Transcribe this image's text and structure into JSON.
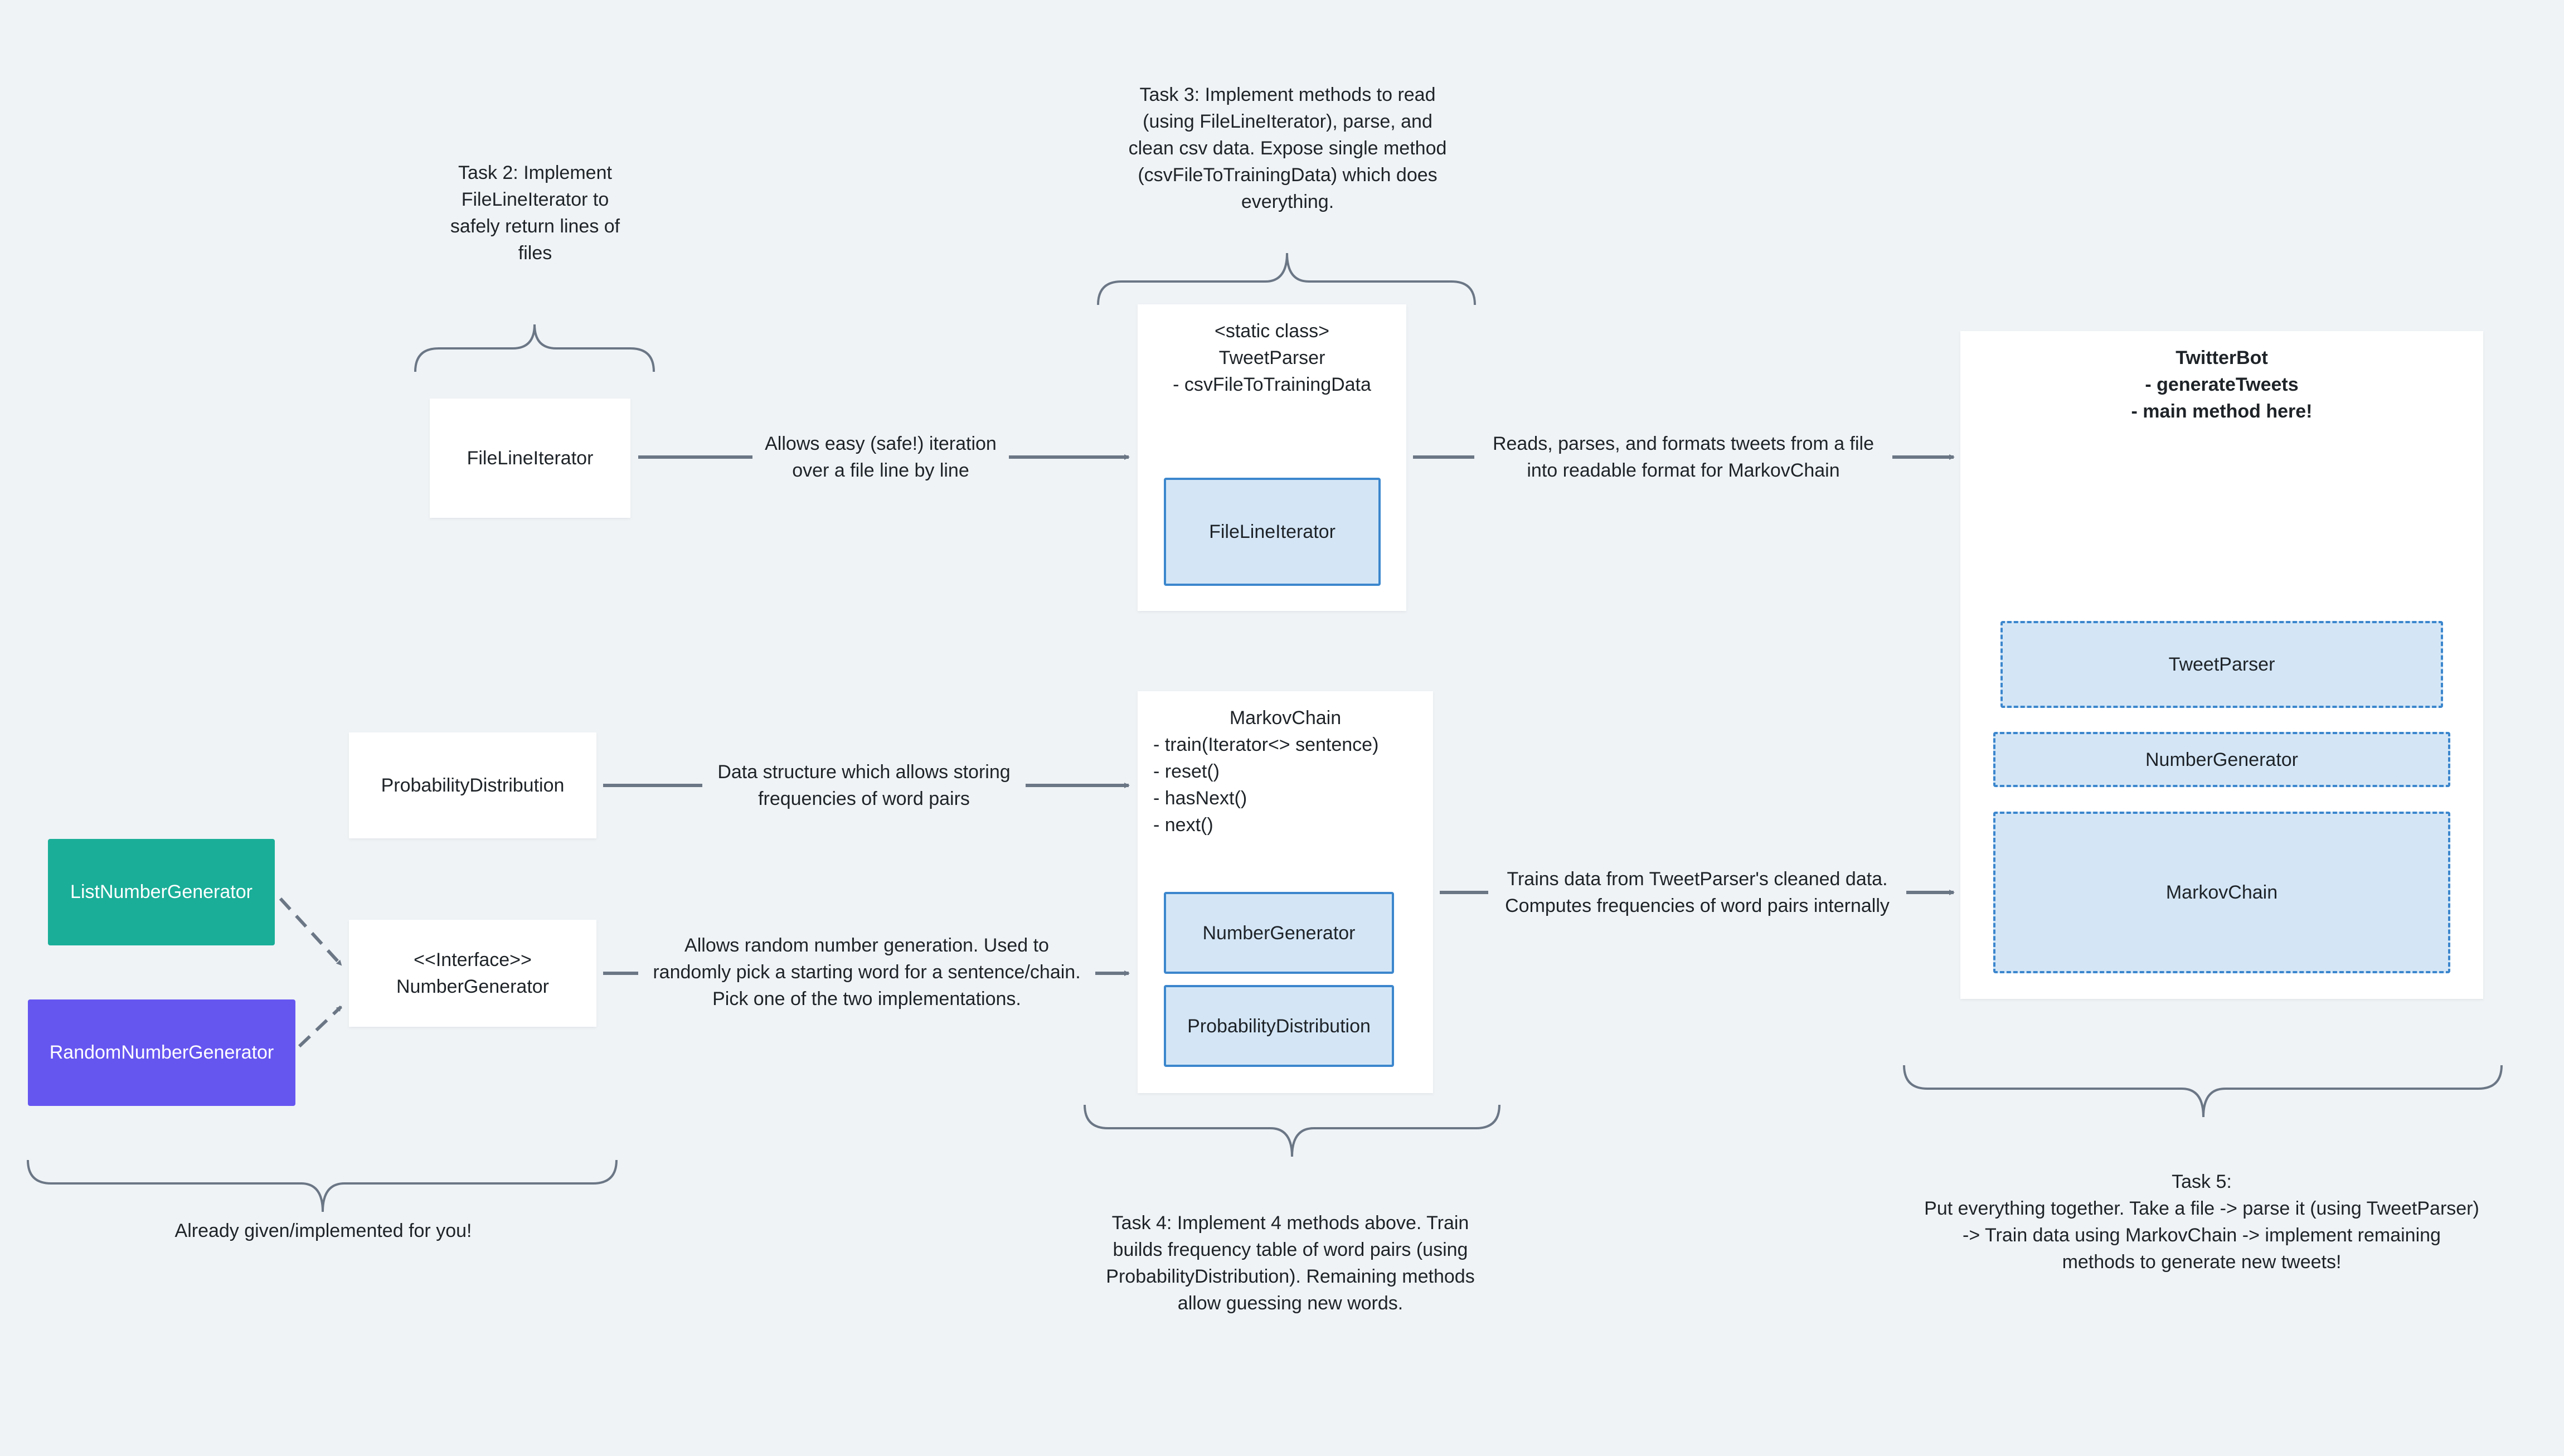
{
  "colors": {
    "background": "#eff3f6",
    "box": "#ffffff",
    "inner_fill": "#d4e6f6",
    "inner_border": "#3b86cd",
    "list_generator": "#1aae98",
    "random_generator": "#6656f0",
    "connector": "#6b7685"
  },
  "boxes": {
    "file_line_iterator": "FileLineIterator",
    "probability_distribution": "ProbabilityDistribution",
    "number_generator_interface": "<<Interface>>\nNumberGenerator",
    "list_number_generator": "ListNumberGenerator",
    "random_number_generator": "RandomNumberGenerator",
    "tweet_parser": {
      "text": "<static class>\nTweetParser\n- csvFileToTrainingData",
      "inner": "FileLineIterator"
    },
    "markov_chain": {
      "title": "MarkovChain",
      "methods": "- train(Iterator<> sentence)\n- reset()\n- hasNext()\n- next()",
      "inner_number_generator": "NumberGenerator",
      "inner_probability_distribution": "ProbabilityDistribution"
    },
    "twitter_bot": {
      "text": "TwitterBot\n- generateTweets\n- main method here!",
      "inner_tweet_parser": "TweetParser",
      "inner_number_generator": "NumberGenerator",
      "inner_markov_chain": "MarkovChain"
    }
  },
  "edges": {
    "file_iterator_to_parser": "Allows easy (safe!) iteration\nover a file line by line",
    "parser_to_bot": "Reads, parses, and formats tweets from a file\ninto readable format for MarkovChain",
    "probdist_to_markov": "Data structure which allows storing\nfrequencies of word pairs",
    "numgen_to_markov": "Allows random number generation. Used to\nrandomly pick a starting word for a sentence/chain.\nPick one of the two implementations.",
    "markov_to_bot": "Trains data from TweetParser's cleaned data.\nComputes frequencies of word pairs internally"
  },
  "tasks": {
    "task2": "Task 2: Implement\nFileLineIterator to\nsafely return lines of\nfiles",
    "task3": "Task 3: Implement methods to read\n(using FileLineIterator), parse, and\nclean csv data. Expose single method\n(csvFileToTrainingData) which does\neverything.",
    "task4": "Task 4: Implement 4 methods above. Train\nbuilds frequency table of word pairs (using\nProbabilityDistribution). Remaining methods\nallow guessing new words.",
    "task5": "Task 5:\nPut everything together. Take a file -> parse it (using TweetParser)\n-> Train data using MarkovChain -> implement remaining\nmethods to generate new tweets!",
    "given": "Already given/implemented for you!"
  }
}
